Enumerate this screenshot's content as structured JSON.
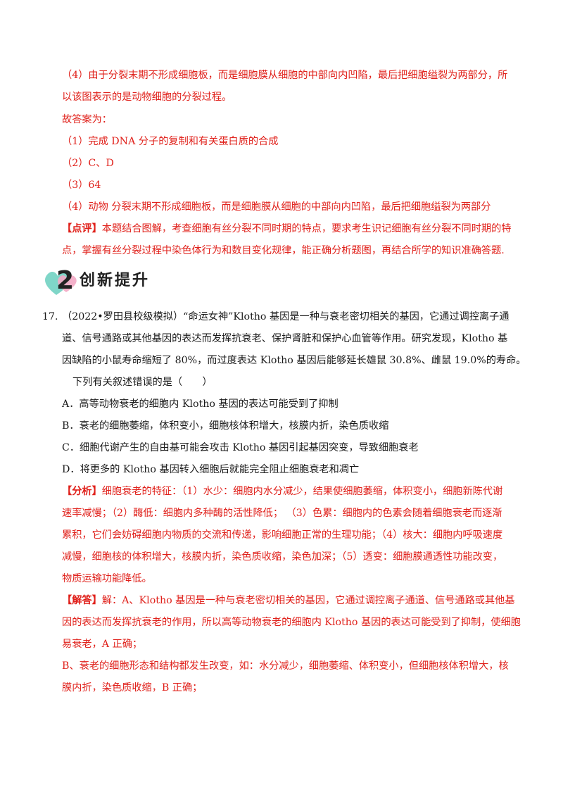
{
  "answer_part4": {
    "line1": "（4）由于分裂末期不形成细胞板，而是细胞膜从细胞的中部向内凹陷，最后把细胞缢裂为两部分，所",
    "line2": "以该图表示的是动物细胞的分裂过程。"
  },
  "answers": {
    "label": "故答案为：",
    "a1": "（1）完成 DNA 分子的复制和有关蛋白质的合成",
    "a2": "（2）C、D",
    "a3": "（3）64",
    "a4": "（4）动物      分裂末期不形成细胞板，而是细胞膜从细胞的中部向内凹陷，最后把细胞缢裂为两部分"
  },
  "comment": {
    "tag": "【点评】",
    "line1": "本题结合图解，考查细胞有丝分裂不同时期的特点，要求考生识记细胞有丝分裂不同时期的特",
    "line2": "点，掌握有丝分裂过程中染色体行为和数目变化规律，能正确分析题图，再结合所学的知识准确答题."
  },
  "section": {
    "number": "2",
    "title": "创新提升"
  },
  "question": {
    "number": "17.",
    "line1": "（2022•罗田县校级模拟）“命运女神”Klotho 基因是一种与衰老密切相关的基因，它通过调控离子通",
    "line2": "道、信号通路或其他基因的表达而发挥抗衰老、保护肾脏和保护心血管等作用。研究发现，Klotho 基",
    "line3": "因缺陷的小鼠寿命缩短了 80%，而过度表达 Klotho 基因后能够延长雄鼠 30.8%、雌鼠 19.0%的寿命。",
    "prompt": "下列有关叙述错误的是（　　）",
    "options": [
      "A．高等动物衰老的细胞内 Klotho 基因的表达可能受到了抑制",
      "B．衰老的细胞萎缩，体积变小，细胞核体积增大，核膜内折，染色质收缩",
      "C．细胞代谢产生的自由基可能会攻击 Klotho 基因引起基因突变，导致细胞衰老",
      "D．将更多的 Klotho 基因转入细胞后就能完全阻止细胞衰老和凋亡"
    ]
  },
  "analysis": {
    "tag": "【分析】",
    "line1": "细胞衰老的特征：（1）水少：细胞内水分减少，结果使细胞萎缩，体积变小，细胞新陈代谢",
    "line2": "速率减慢；（2）酶低：细胞内多种酶的活性降低；  （3）色累：细胞内的色素会随着细胞衰老而逐渐",
    "line3": "累积，它们会妨碍细胞内物质的交流和传递，影响细胞正常的生理功能；（4）核大：细胞内呼吸速度",
    "line4": "减慢，细胞核的体积增大，核膜内折，染色质收缩，染色加深；（5）透变：细胞膜通透性功能改变，",
    "line5": "物质运输功能降低。"
  },
  "solution": {
    "tag": "【解答】",
    "line1": "解：A、Klotho 基因是一种与衰老密切相关的基因，它通过调控离子通道、信号通路或其他基",
    "line2": "因的表达而发挥抗衰老的作用，所以高等动物衰老的细胞内 Klotho 基因的表达可能受到了抑制，使细胞",
    "line3": "易衰老，A 正确；",
    "line4": "B、衰老的细胞形态和结构都发生改变，如：水分减少，细胞萎缩、体积变小，但细胞核体积增大，核",
    "line5": "膜内折，染色质收缩，B 正确；"
  },
  "colors": {
    "answer_text": "#e0201a",
    "body_text": "#1a1a1a",
    "heart_left": "#7fd6c8",
    "heart_right": "#f3a8c4"
  }
}
